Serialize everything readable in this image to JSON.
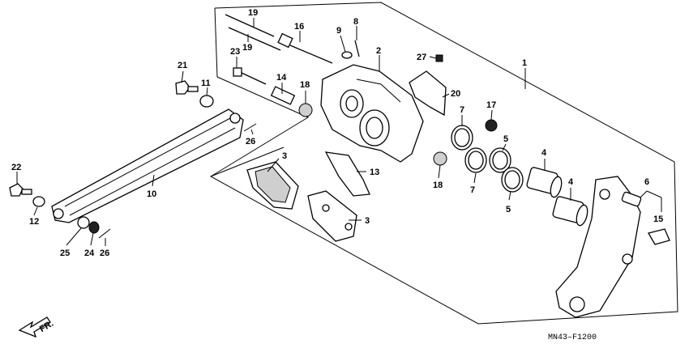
{
  "diagram": {
    "callouts": [
      "1",
      "2",
      "3",
      "3",
      "4",
      "4",
      "5",
      "5",
      "6",
      "7",
      "7",
      "8",
      "9",
      "10",
      "11",
      "12",
      "13",
      "14",
      "15",
      "16",
      "17",
      "18",
      "18",
      "19",
      "19",
      "20",
      "21",
      "22",
      "23",
      "24",
      "25",
      "26",
      "26",
      "27"
    ],
    "direction_label": "FR.",
    "drawing_code": "MN43–F1200"
  },
  "colors": {
    "line": "#000000",
    "background": "#ffffff"
  }
}
